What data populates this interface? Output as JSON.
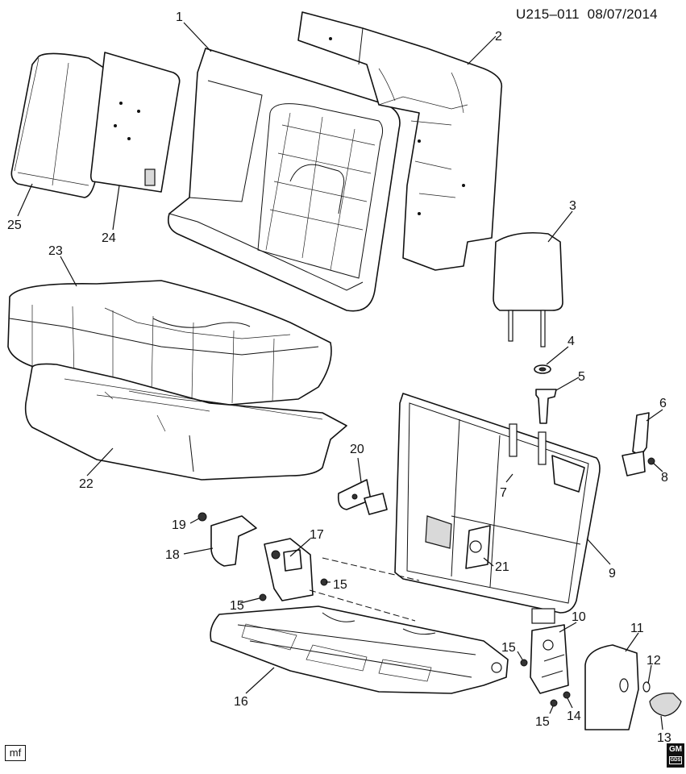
{
  "header": {
    "code": "U215–011",
    "date": "08/07/2014"
  },
  "footer": {
    "artist_initials": "mf",
    "brand_mark": "GM",
    "brand_sub": "GDS"
  },
  "callouts": [
    "1",
    "2",
    "3",
    "4",
    "5",
    "6",
    "7",
    "8",
    "9",
    "10",
    "11",
    "12",
    "13",
    "14",
    "15",
    "15",
    "15",
    "15",
    "16",
    "17",
    "18",
    "19",
    "20",
    "21",
    "22",
    "23",
    "24",
    "25"
  ]
}
